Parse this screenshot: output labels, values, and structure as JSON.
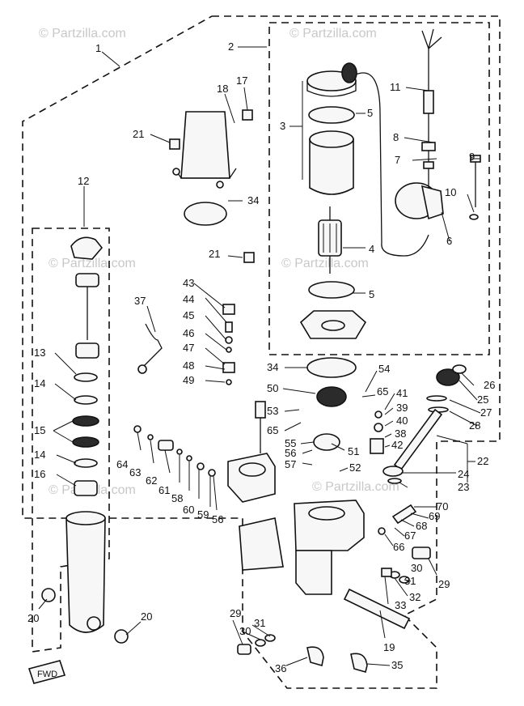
{
  "watermark": "© Partzilla.com",
  "fwd_label": "FWD",
  "labels": {
    "l1": "1",
    "l2": "2",
    "l3": "3",
    "l4": "4",
    "l5a": "5",
    "l5b": "5",
    "l6": "6",
    "l7": "7",
    "l8": "8",
    "l9": "9",
    "l10": "10",
    "l11": "11",
    "l12": "12",
    "l13": "13",
    "l14a": "14",
    "l14b": "14",
    "l15": "15",
    "l16": "16",
    "l17": "17",
    "l18": "18",
    "l19": "19",
    "l20a": "20",
    "l20b": "20",
    "l21a": "21",
    "l21b": "21",
    "l22": "22",
    "l23": "23",
    "l24": "24",
    "l25": "25",
    "l26": "26",
    "l27": "27",
    "l28": "28",
    "l29a": "29",
    "l29b": "29",
    "l30a": "30",
    "l30b": "30",
    "l31a": "31",
    "l31b": "31",
    "l32": "32",
    "l33": "33",
    "l34a": "34",
    "l34b": "34",
    "l35": "35",
    "l36": "36",
    "l37": "37",
    "l38": "38",
    "l39": "39",
    "l40": "40",
    "l41": "41",
    "l42": "42",
    "l43": "43",
    "l44": "44",
    "l45": "45",
    "l46": "46",
    "l47": "47",
    "l48": "48",
    "l49": "49",
    "l50": "50",
    "l51": "51",
    "l52": "52",
    "l53": "53",
    "l54": "54",
    "l55": "55",
    "l56a": "56",
    "l56b": "56",
    "l57": "57",
    "l58a": "58",
    "l58b": "58",
    "l59": "59",
    "l60": "60",
    "l61": "61",
    "l62": "62",
    "l63": "63",
    "l64": "64",
    "l65a": "65",
    "l65b": "65",
    "l66": "66",
    "l67": "67",
    "l68": "68",
    "l69": "69",
    "l70": "70"
  }
}
